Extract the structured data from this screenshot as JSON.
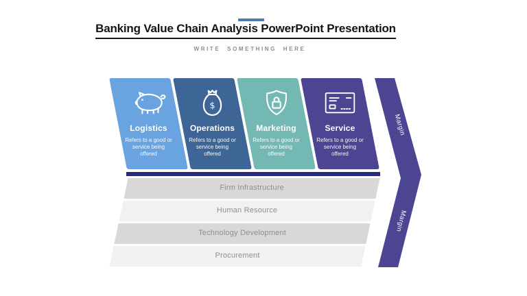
{
  "slide": {
    "accent_color": "#4E7CAE",
    "title": "Banking Value Chain Analysis PowerPoint Presentation",
    "subtitle": "WRITE SOMETHING HERE"
  },
  "value_chain": {
    "primary_activities": [
      {
        "label": "Logistics",
        "description": "Refers to a good or service being offered",
        "icon": "piggy-bank-icon",
        "color": "#6AA4E0"
      },
      {
        "label": "Operations",
        "description": "Refers to a good or service being offered",
        "icon": "money-bag-icon",
        "color": "#3D6697"
      },
      {
        "label": "Marketing",
        "description": "Refers to a good or service being offered",
        "icon": "shield-lock-icon",
        "color": "#74B8B4"
      },
      {
        "label": "Service",
        "description": "Refers to a good or service being offered",
        "icon": "bank-check-icon",
        "color": "#4C4591"
      }
    ],
    "support_activities": [
      {
        "label": "Firm Infrastructure",
        "color": "#D8D8D8"
      },
      {
        "label": "Human Resource",
        "color": "#F1F1F0"
      },
      {
        "label": "Technology Development",
        "color": "#D8D8D8"
      },
      {
        "label": "Procurement",
        "color": "#F1F1F0"
      }
    ],
    "margin_label": "Margin",
    "divider_color": "#262A7C",
    "margin_color": "#4C4591"
  }
}
